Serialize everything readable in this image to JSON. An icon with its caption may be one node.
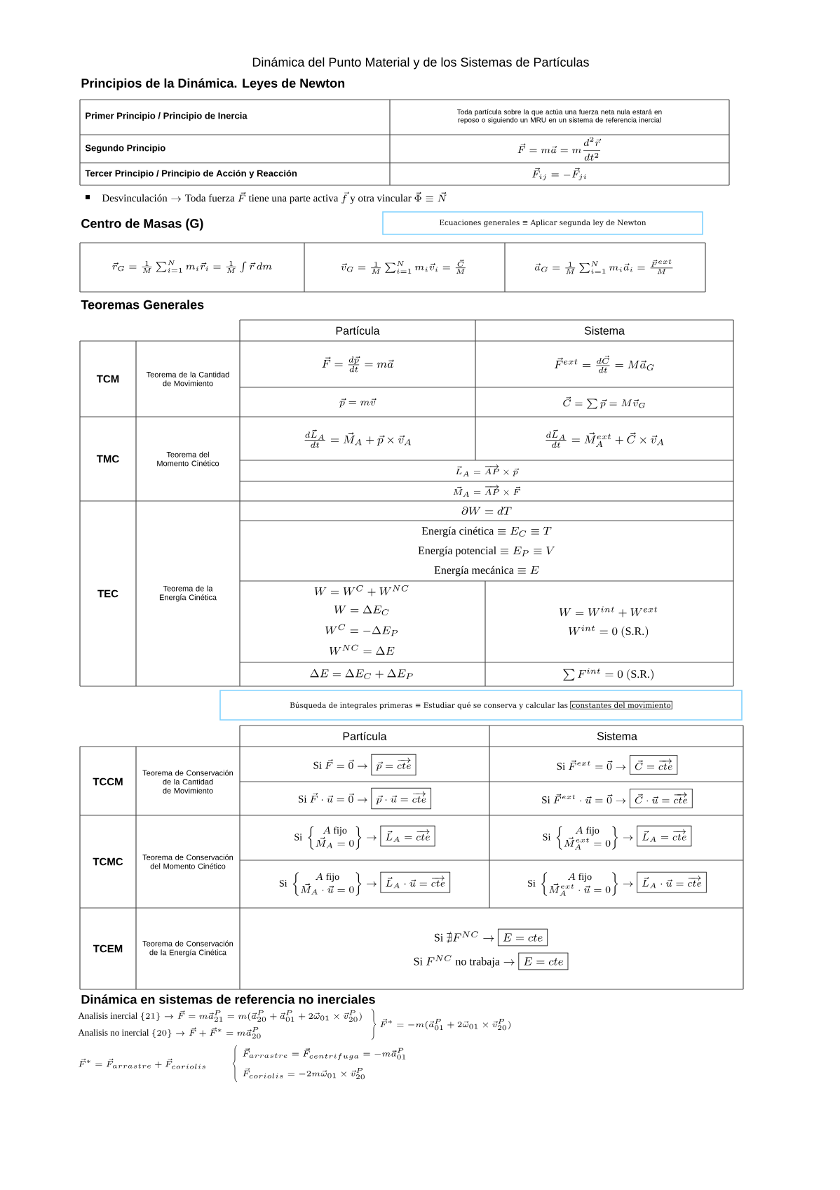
{
  "diagram": {
    "title": "Dinámica del Punto Material y de los Sistemas de Partículas",
    "nodes": [
      {
        "text": [
          "Ecuaciones generales ≡ Aplicar segunda ley de Newton"
        ]
      },
      {
        "text": [
          "Búsqueda de integrales primeras ≡ Estudiar qué se conserva y calcular las",
          "constantes del movimiento"
        ]
      }
    ],
    "labels": [
      "Principios de la Dinámica. Leyes de Newton",
      "Primer Principio / Principio de Inercia",
      "Toda partícula sobre la que actúa una fuerza neta nula estará en reposo o siguiendo un MRU en un sistema de referencia inercial",
      "Segundo Principio",
      "\\vec{F}=m\\vec{a}=m\\dfrac{d^{2}\\vec{r}}{dt^{2}}",
      "Tercer Principio / Principio de Acción y Reacción",
      "\\vec{F}_{ij}=-\\vec{F}_{ji}",
      "\\text{Desvinculación}\\rightarrow\\text{Toda fuerza }\\vec{F}\\text{ tiene una parte activa }\\vec{f}\\text{ y otra vincular }\\vec{\\Phi}\\equiv\\vec{N}",
      "Centro de Masas (G)",
      "\\vec{r}_{G}=\\frac{1}{M}\\sum_{i=1}^{N}m_{i}\\vec{r}_{i}=\\frac{1}{M}\\int\\vec{r}\\,dm",
      "\\vec{v}_{G}=\\frac{1}{M}\\sum_{i=1}^{N}m_{i}\\vec{v}_{i}=\\frac{\\vec{C}}{M}",
      "\\vec{a}_{G}=\\frac{1}{M}\\sum_{i=1}^{N}m_{i}\\vec{a}_{i}=\\frac{\\vec{F}^{ext}}{M}",
      "Teoremas Generales",
      "Partícula",
      "Sistema",
      "TCM",
      "Teorema de la Cantidad de Movimiento",
      "\\vec{F}=\\frac{d\\vec{p}}{dt}=m\\vec{a}",
      "\\vec{F}^{ext}=\\frac{d\\vec{C}}{dt}=M\\vec{a}_{G}",
      "\\vec{p}=m\\vec{v}",
      "\\vec{C}=\\sum\\vec{p}=M\\vec{v}_{G}",
      "TMC",
      "Teorema del Momento Cinético",
      "\\frac{d\\vec{L}_{A}}{dt}=\\vec{M}_{A}+\\vec{p}\\times\\vec{v}_{A}",
      "\\frac{d\\vec{L}_{A}}{dt}=\\vec{M}_{A}^{ext}+\\vec{C}\\times\\vec{v}_{A}",
      "\\vec{L}_{A}=\\overrightarrow{AP}\\times\\vec{p}",
      "\\vec{M}_{A}=\\overrightarrow{AP}\\times\\vec{F}",
      "TEC",
      "Teorema de la Energía Cinética",
      "\\partial W=dT",
      "\\text{Energía cinética}\\equiv E_{C}\\equiv T",
      "\\text{Energía potencial}\\equiv E_{P}\\equiv V",
      "\\text{Energía mecánica}\\equiv E",
      "W=W^{C}+W^{NC}",
      "W=\\Delta E_{C}",
      "W^{C}=-\\Delta E_{P}",
      "W^{NC}=\\Delta E",
      "W=W^{int}+W^{ext}",
      "W^{int}=0\\ (\\text{S.R.})",
      "\\Delta E=\\Delta E_{C}+\\Delta E_{P}",
      "\\sum F^{int}=0\\ (\\text{S.R.})",
      "Partícula",
      "Sistema",
      "TCCM",
      "Teorema de Conservación de la Cantidad de Movimiento",
      "\\text{Si }\\vec{F}=\\vec{0}\\rightarrow\\boxed{\\vec{p}=\\overrightarrow{cte}}",
      "\\text{Si }\\vec{F}^{ext}=\\vec{0}\\rightarrow\\boxed{\\vec{C}=\\overrightarrow{cte}}",
      "\\text{Si }\\vec{F}\\cdot\\vec{u}=\\vec{0}\\rightarrow\\boxed{\\vec{p}\\cdot\\vec{u}=\\overrightarrow{cte}}",
      "\\text{Si }\\vec{F}^{ext}\\cdot\\vec{u}=\\vec{0}\\rightarrow\\boxed{\\vec{C}\\cdot\\vec{u}=\\overrightarrow{cte}}",
      "TCMC",
      "Teorema de Conservación del Momento Cinético",
      "\\text{Si }\\left\\{\\begin{matrix}A\\text{ fijo}\\\\ \\vec{M}_{A}=0\\end{matrix}\\right\\}\\rightarrow\\boxed{\\vec{L}_{A}=\\overrightarrow{cte}}",
      "\\text{Si }\\left\\{\\begin{matrix}A\\text{ fijo}\\\\ \\vec{M}_{A}^{ext}=0\\end{matrix}\\right\\}\\rightarrow\\boxed{\\vec{L}_{A}=\\overrightarrow{cte}}",
      "\\text{Si }\\left\\{\\begin{matrix}A\\text{ fijo}\\\\ \\vec{M}_{A}\\cdot\\vec{u}=0\\end{matrix}\\right\\}\\rightarrow\\boxed{\\vec{L}_{A}\\cdot\\vec{u}=\\overrightarrow{cte}}",
      "\\text{Si }\\left\\{\\begin{matrix}A\\text{ fijo}\\\\ \\vec{M}_{A}^{ext}\\cdot\\vec{u}=0\\end{matrix}\\right\\}\\rightarrow\\boxed{\\vec{L}_{A}\\cdot\\vec{u}=\\overrightarrow{cte}}",
      "TCEM",
      "Teorema de Conservación de la Energía Cinética",
      "\\text{Si }\\nexists F^{NC}\\rightarrow\\boxed{E=cte}",
      "\\text{Si }F^{NC}\\text{ no trabaja}\\rightarrow\\boxed{E=cte}",
      "Dinámica en sistemas de referencia no inerciales",
      "\\text{Analisis inercial }\\{21\\}\\rightarrow\\vec{F}=m\\vec{a}^{P}_{21}=m(\\vec{a}^{P}_{20}+\\vec{a}^{P}_{01}+2\\vec{\\omega}_{01}\\times\\vec{v}^{P}_{20})",
      "\\text{Analisis no inercial }\\{20\\}\\rightarrow\\vec{F}+\\vec{F}^{*}=m\\vec{a}^{P}_{20}",
      "\\vec{F}^{*}=-m(\\vec{a}^{P}_{01}+2\\vec{\\omega}_{01}\\times\\vec{v}^{P}_{20})",
      "\\vec{F}^{*}=\\vec{F}_{arrastre}+\\vec{F}_{coriolis}",
      "\\vec{F}_{arrastre}=\\vec{F}_{centrifuga}=-m\\vec{a}^{P}_{01}",
      "\\vec{F}_{coriolis}=-2m\\vec{\\omega}_{01}\\times\\vec{v}^{P}_{20}"
    ]
  }
}
